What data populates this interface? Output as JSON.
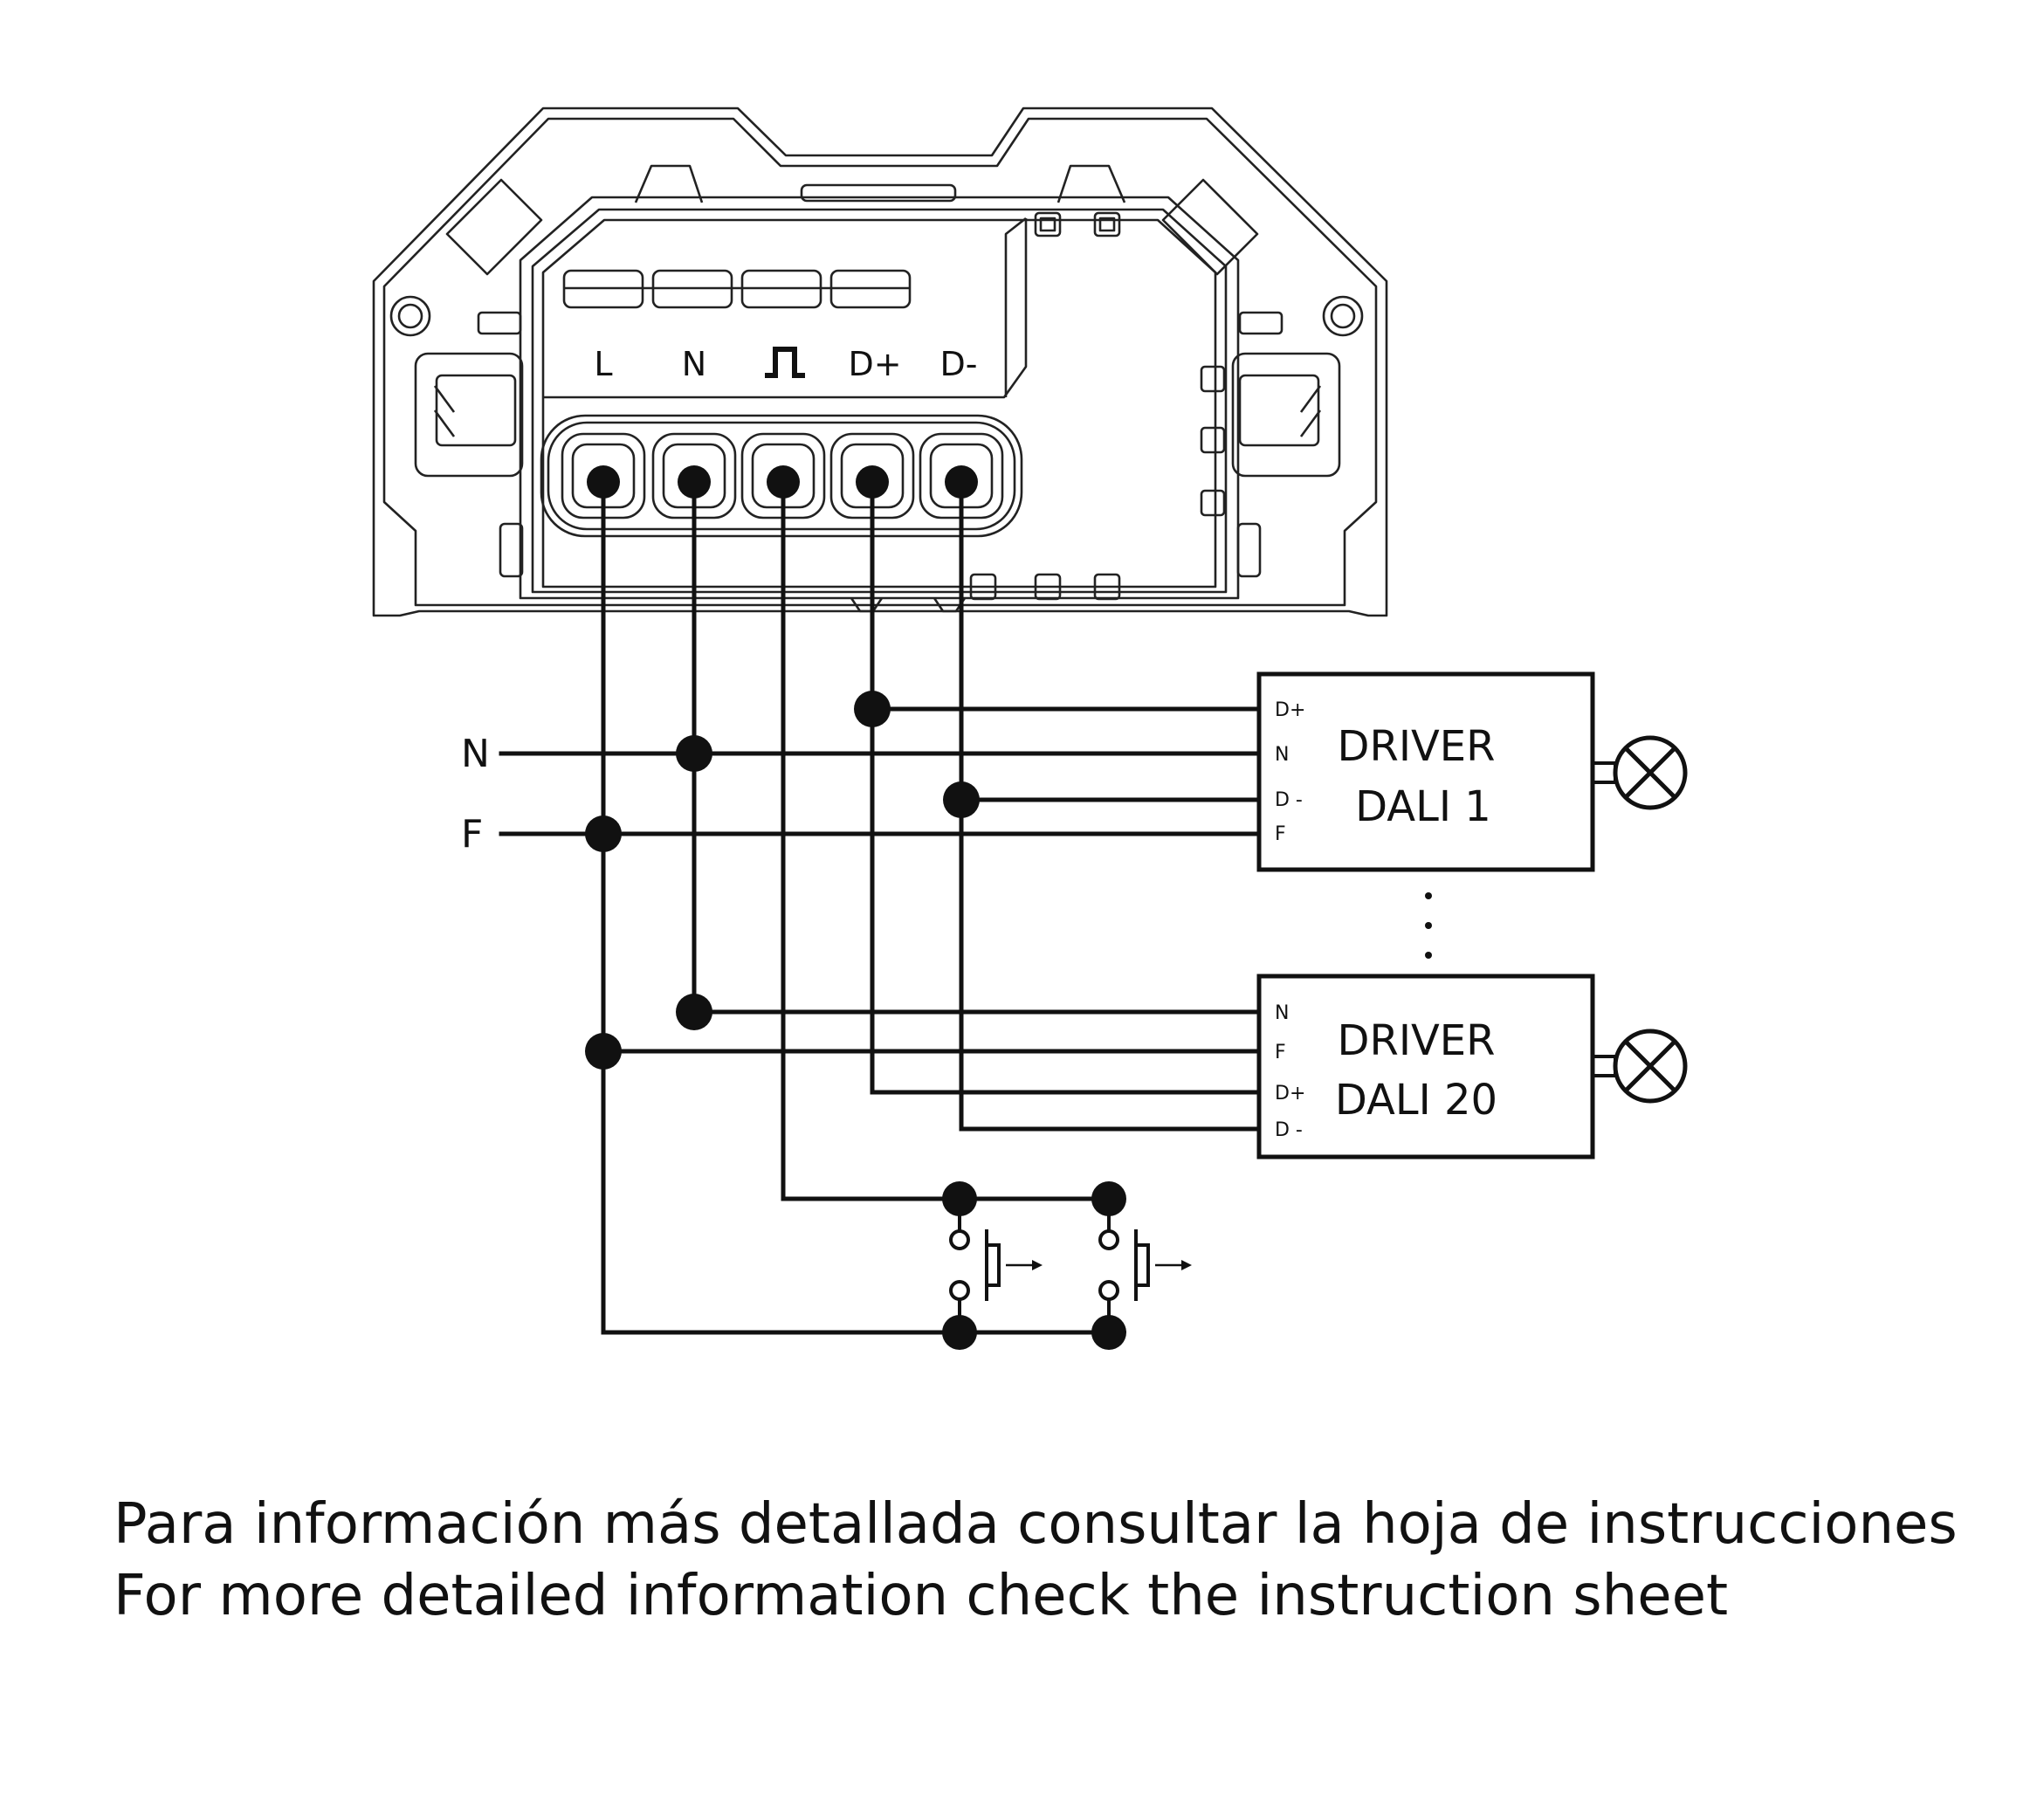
{
  "device": {
    "terminals": [
      "L",
      "N",
      "⎍",
      "D+",
      "D-"
    ]
  },
  "mains": {
    "n_label": "N",
    "f_label": "F"
  },
  "drivers": [
    {
      "line1": "DRIVER",
      "line2": "DALI 1",
      "pins": [
        "D+",
        "N",
        "D -",
        "F"
      ]
    },
    {
      "line1": "DRIVER",
      "line2": "DALI 20",
      "pins": [
        "N",
        "F",
        "D+",
        "D -"
      ]
    }
  ],
  "notes": {
    "es": "Para información más detallada consultar la hoja de instrucciones",
    "en": "For more detailed information check the instruction sheet"
  }
}
